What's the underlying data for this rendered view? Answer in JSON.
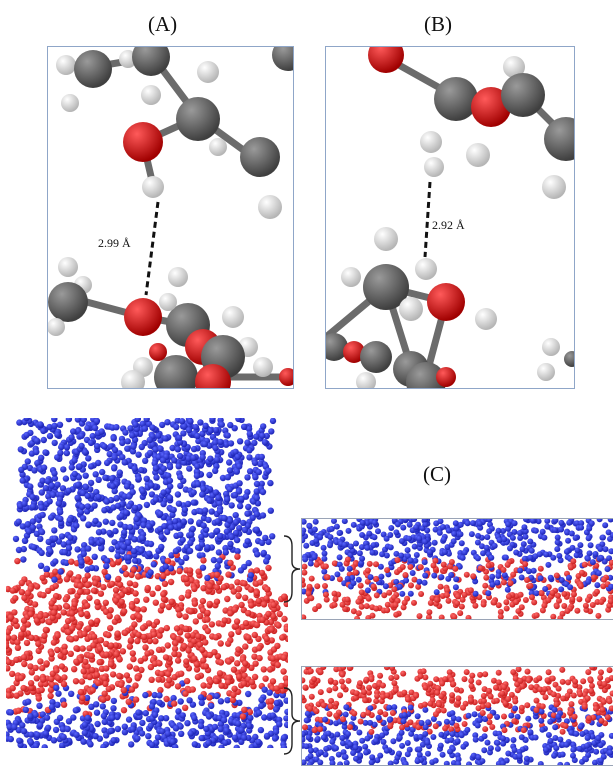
{
  "panels": {
    "a": {
      "label": "(A)",
      "distance": "2.99 Å"
    },
    "b": {
      "label": "(B)",
      "distance": "2.92 Å"
    },
    "c": {
      "label": "(C)"
    }
  },
  "colors": {
    "carbon": "#5f5f5f",
    "oxygen": "#d01010",
    "hydrogen": "#e6e6e6",
    "bond": "#6b6b6b",
    "phase_blue": "#1c23b4",
    "phase_red": "#c81e1e",
    "frame_border": "#8fa6c8"
  }
}
